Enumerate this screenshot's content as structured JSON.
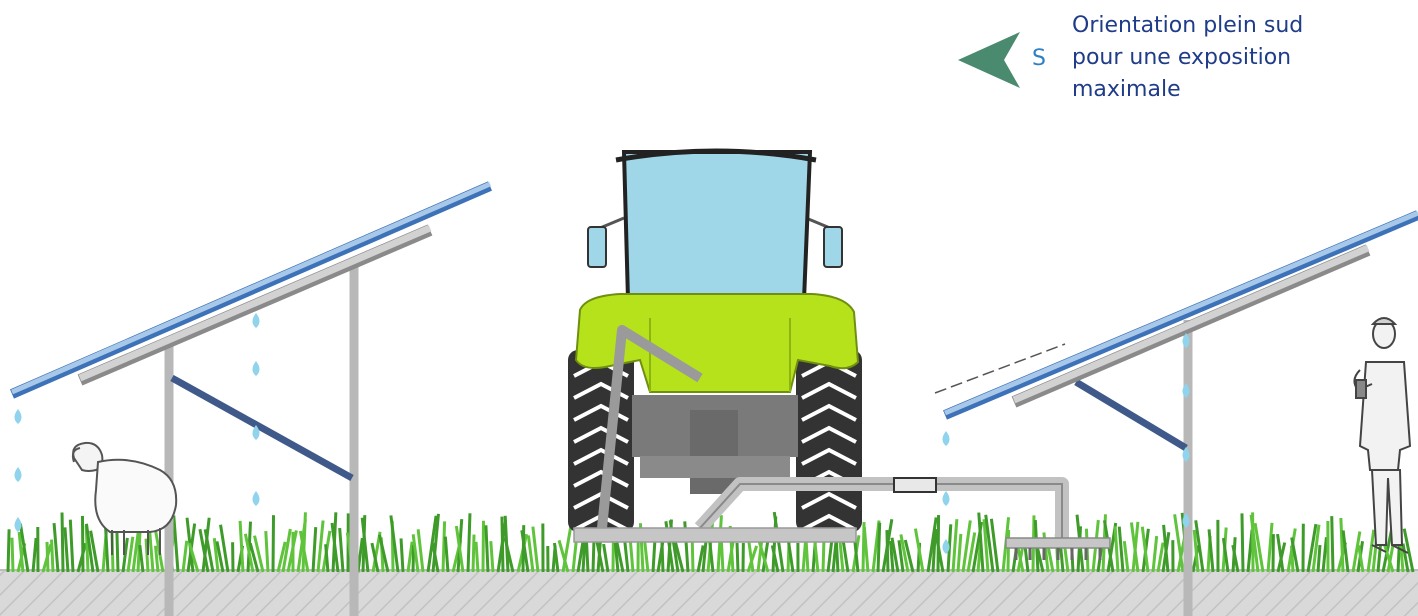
{
  "orientation": {
    "direction_label": "S",
    "caption_lines": [
      "Orientation plein sud",
      "pour une exposition",
      "maximale"
    ],
    "arrow_icon": "arrow-left-icon"
  },
  "colors": {
    "caption_text": "#1f3c88",
    "direction_label": "#2e7fc4",
    "arrow": "#4a8a6e",
    "tractor_cab_glass": "#9fd6e8",
    "tractor_body": "#b6e21c",
    "tyre": "#3a3a3a",
    "tyre_tread": "#ffffff",
    "chassis": "#7a7a7a",
    "frame": "#c6c6c6",
    "panel": "#8fb4dc",
    "panel_edge": "#3d72b8",
    "rail": "#b0b0b0",
    "post": "#c3c3c3",
    "water_drop": "#8fd3ec",
    "grass": "#5fc43c",
    "grass_dark": "#3e9b2a",
    "ground": "#d9d9d9",
    "ground_hatch": "#bdbdbd"
  }
}
